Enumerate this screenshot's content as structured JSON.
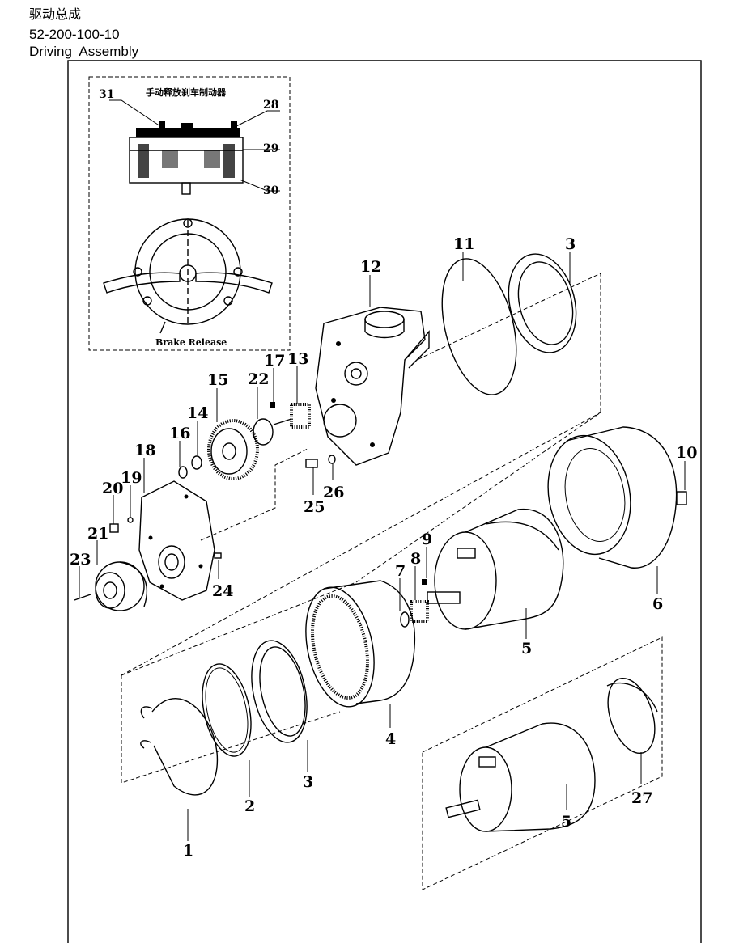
{
  "header": {
    "title_cn": "驱动总成",
    "part_number": "52-200-100-10",
    "title_en": "Driving  Assembly"
  },
  "inset": {
    "title_cn": "手动释放刹车制动器",
    "caption": "Brake Release"
  },
  "callouts": [
    "1",
    "2",
    "3",
    "4",
    "5",
    "6",
    "7",
    "8",
    "9",
    "10",
    "11",
    "12",
    "13",
    "14",
    "15",
    "16",
    "17",
    "18",
    "19",
    "20",
    "21",
    "22",
    "23",
    "24",
    "25",
    "26",
    "27",
    "28",
    "29",
    "30",
    "31"
  ],
  "duplicate_callouts": [
    "3",
    "5"
  ]
}
